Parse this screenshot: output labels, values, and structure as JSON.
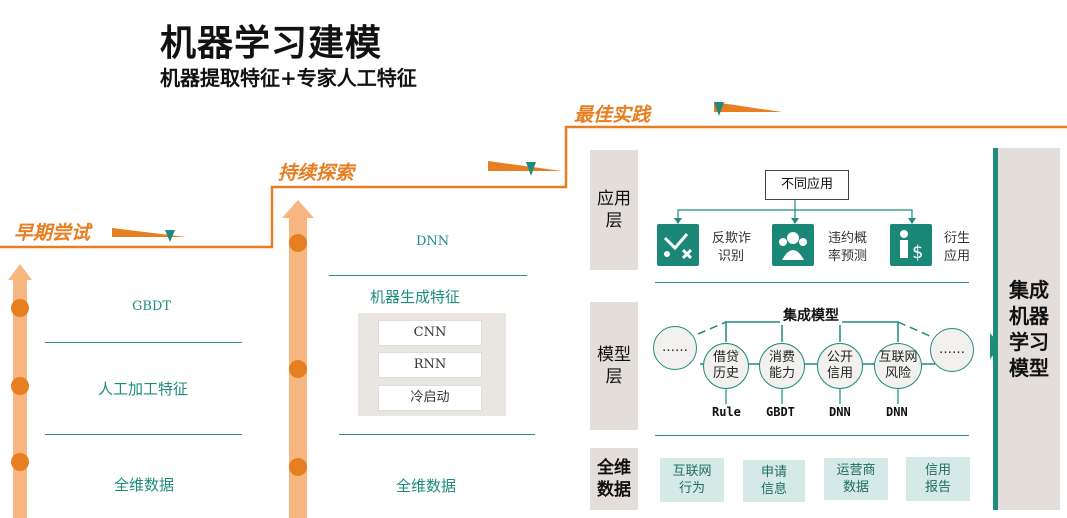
{
  "title": "机器学习建模",
  "subtitle": "机器提取特征+专家人工特征",
  "stages": [
    {
      "label": "早期尝试"
    },
    {
      "label": "持续探索"
    },
    {
      "label": "最佳实践"
    }
  ],
  "col1": {
    "top": "GBDT",
    "middle": "人工加工特征",
    "bottom": "全维数据"
  },
  "col2": {
    "top": "DNN",
    "heading": "机器生成特征",
    "items": [
      "CNN",
      "RNN",
      "冷启动"
    ],
    "bottom": "全维数据"
  },
  "col3": {
    "app_layer": {
      "label": "应用层",
      "center": "不同应用",
      "apps": [
        {
          "label": "反欺诈识别",
          "line1": "反欺诈",
          "line2": "识别",
          "icon": "anti-fraud-icon"
        },
        {
          "label": "违约概率预测",
          "line1": "违约概",
          "line2": "率预测",
          "icon": "default-prediction-icon"
        },
        {
          "label": "衍生应用",
          "line1": "衍生",
          "line2": "应用",
          "icon": "derivative-app-icon"
        }
      ]
    },
    "model_layer": {
      "label": "模型层",
      "center": "集成模型",
      "ellipsis": "……",
      "models": [
        {
          "line1": "借贷",
          "line2": "历史",
          "type": "Rule"
        },
        {
          "line1": "消费",
          "line2": "能力",
          "type": "GBDT"
        },
        {
          "line1": "公开",
          "line2": "信用",
          "type": "DNN"
        },
        {
          "line1": "互联网",
          "line2": "风险",
          "type": "DNN"
        }
      ]
    },
    "data_layer": {
      "label": "全维数据",
      "items": [
        {
          "line1": "互联网",
          "line2": "行为"
        },
        {
          "line1": "申请",
          "line2": "信息"
        },
        {
          "line1": "运营商",
          "line2": "数据"
        },
        {
          "line1": "信用",
          "line2": "报告"
        }
      ]
    }
  },
  "final_model": "集成机器学习模型",
  "colors": {
    "orange": "#E87E22",
    "teal": "#1E8C7C",
    "grey": "#E3DEDA"
  }
}
